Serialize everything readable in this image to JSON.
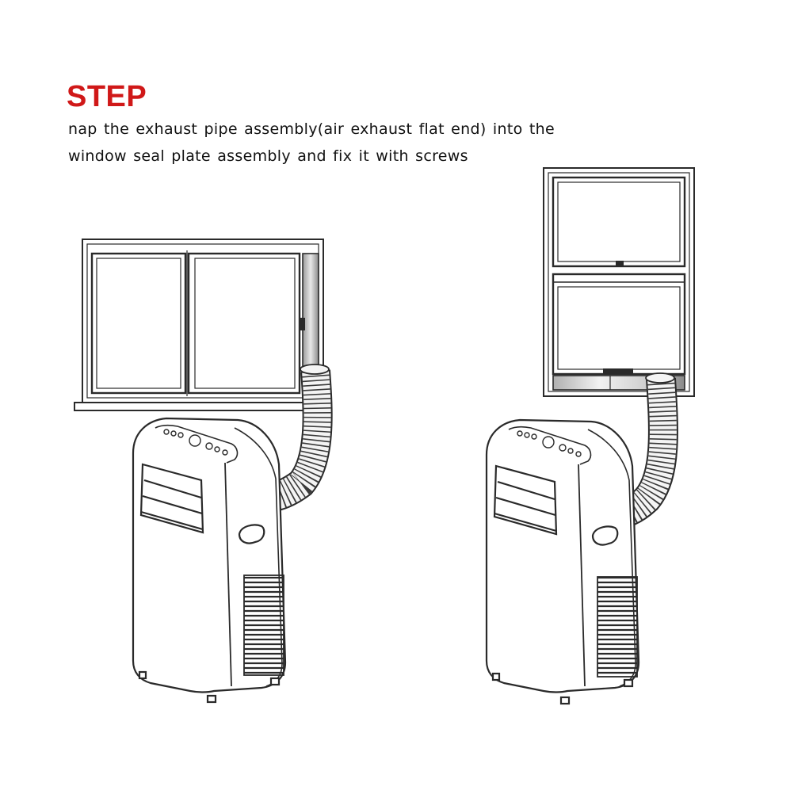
{
  "header": {
    "title": "STEP",
    "instruction_line_1": "nap the exhaust pipe assembly(air exhaust flat end) into the",
    "instruction_line_2": "window seal plate assembly and fix it with screws"
  },
  "colors": {
    "title": "#d01818",
    "line": "#2a2a2a",
    "background": "#ffffff"
  },
  "figures": [
    {
      "name": "sliding-window-installation",
      "window_type": "sliding",
      "hose": "flexible exhaust hose"
    },
    {
      "name": "hung-window-installation",
      "window_type": "double-hung",
      "hose": "flexible exhaust hose"
    }
  ]
}
